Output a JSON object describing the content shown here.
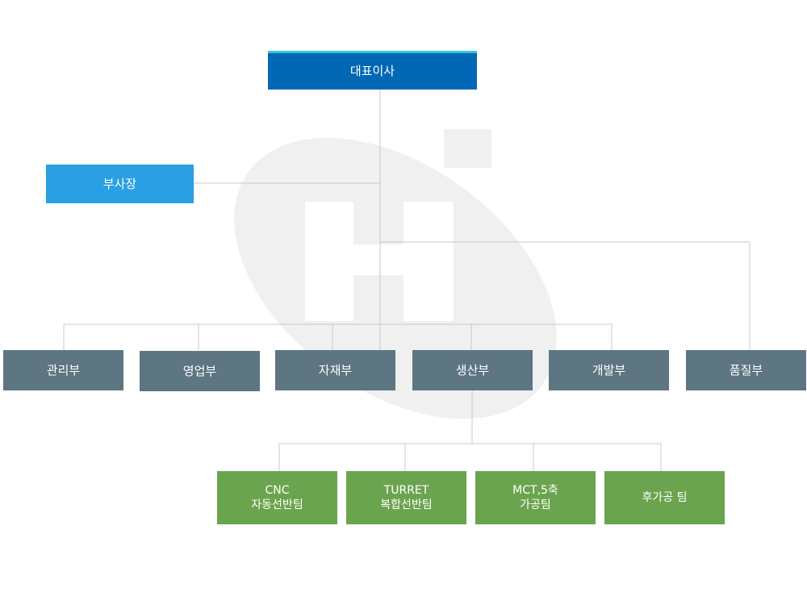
{
  "org_chart": {
    "ceo": "대표이사",
    "vice_president": "부사장",
    "departments": {
      "admin": "관리부",
      "sales": "영업부",
      "materials": "자재부",
      "production": "생산부",
      "development": "개발부",
      "quality": "품질부"
    },
    "teams": {
      "cnc": [
        "CNC",
        "자동선반팀"
      ],
      "turret": [
        "TURRET",
        "복합선반팀"
      ],
      "mct": [
        "MCT,5축",
        "가공팀"
      ],
      "post": [
        "후가공 팀"
      ]
    }
  },
  "colors": {
    "ceo": "#0068b5",
    "ceo_top_stripe": "#36c3d6",
    "vice_president": "#2a9fe3",
    "department": "#5e7582",
    "team": "#6ba44e",
    "connector": "#c8c8c8",
    "watermark": "#f0f0f0"
  }
}
